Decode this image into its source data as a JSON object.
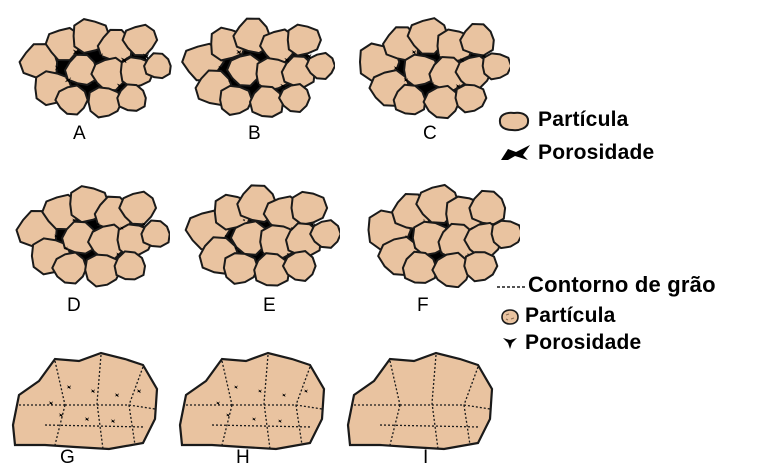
{
  "figure": {
    "panels": [
      {
        "label": "A",
        "porosity_level": 0.35,
        "boundaries": false
      },
      {
        "label": "B",
        "porosity_level": 0.3,
        "boundaries": false
      },
      {
        "label": "C",
        "porosity_level": 0.25,
        "boundaries": false
      },
      {
        "label": "D",
        "porosity_level": 0.2,
        "boundaries": false
      },
      {
        "label": "E",
        "porosity_level": 0.15,
        "boundaries": false
      },
      {
        "label": "F",
        "porosity_level": 0.1,
        "boundaries": false
      },
      {
        "label": "G",
        "porosity_level": 0.06,
        "boundaries": true
      },
      {
        "label": "H",
        "porosity_level": 0.03,
        "boundaries": true
      },
      {
        "label": "I",
        "porosity_level": 0.0,
        "boundaries": true
      }
    ],
    "legend_top": {
      "particle_label": "Partícula",
      "porosity_label": "Porosidade"
    },
    "legend_bottom": {
      "boundary_label": "Contorno de grão",
      "particle_label": "Partícula",
      "porosity_label": "Porosidade"
    },
    "colors": {
      "particle_fill": "#e9c3a0",
      "pore_fill": "#000000",
      "outline": "#1a1a1a",
      "background": "#ffffff"
    }
  }
}
